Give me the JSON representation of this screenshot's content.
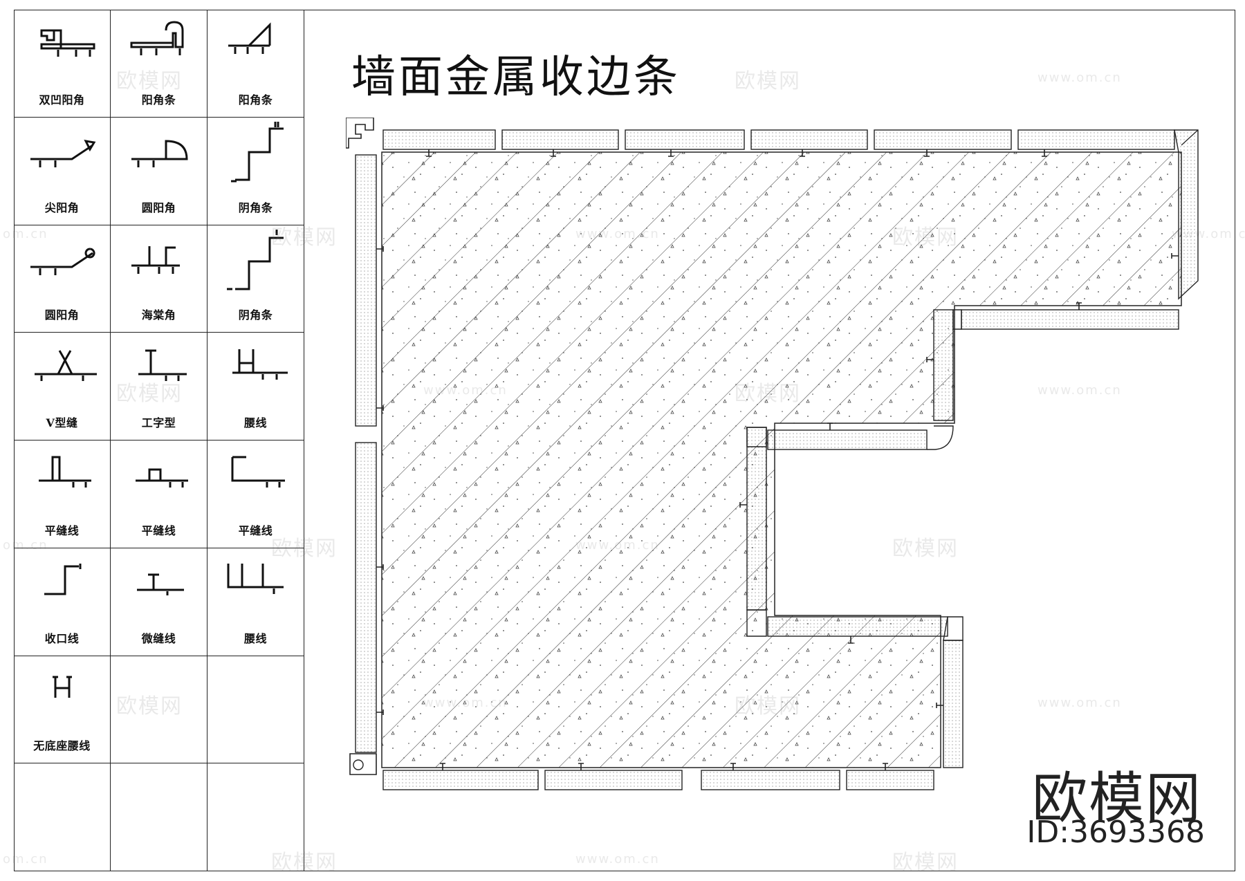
{
  "drawing": {
    "title": "墙面金属收边条"
  },
  "profiles": [
    {
      "label": "双凹阳角",
      "icon": "double-recess-outer-corner-icon"
    },
    {
      "label": "阳角条",
      "icon": "outer-corner-strip-icon"
    },
    {
      "label": "阳角条",
      "icon": "outer-corner-strip-angled-icon"
    },
    {
      "label": "尖阳角",
      "icon": "pointed-outer-corner-icon"
    },
    {
      "label": "圆阳角",
      "icon": "rounded-outer-corner-icon"
    },
    {
      "label": "阴角条",
      "icon": "inner-corner-strip-icon"
    },
    {
      "label": "圆阳角",
      "icon": "round-outer-corner-icon"
    },
    {
      "label": "海棠角",
      "icon": "begonia-corner-icon"
    },
    {
      "label": "阴角条",
      "icon": "inner-corner-strip-stepped-icon"
    },
    {
      "label": "V型缝",
      "icon": "v-joint-icon"
    },
    {
      "label": "工字型",
      "icon": "i-shape-profile-icon"
    },
    {
      "label": "腰线",
      "icon": "waist-line-icon"
    },
    {
      "label": "平缝线",
      "icon": "flat-joint-tall-icon"
    },
    {
      "label": "平缝线",
      "icon": "flat-joint-short-icon"
    },
    {
      "label": "平缝线",
      "icon": "flat-joint-wide-icon"
    },
    {
      "label": "收口线",
      "icon": "edge-closure-icon"
    },
    {
      "label": "微缝线",
      "icon": "micro-joint-icon"
    },
    {
      "label": "腰线",
      "icon": "waist-line-channel-icon"
    },
    {
      "label": "无底座腰线",
      "icon": "baseless-waist-line-icon"
    },
    {
      "label": "",
      "icon": ""
    },
    {
      "label": "",
      "icon": ""
    },
    {
      "label": "",
      "icon": ""
    },
    {
      "label": "",
      "icon": ""
    },
    {
      "label": "",
      "icon": ""
    }
  ],
  "watermark": {
    "text": "欧模网",
    "url": "www.om.cn",
    "url_short": "om.cn",
    "brand": "欧模网",
    "id": "ID:3693368"
  }
}
